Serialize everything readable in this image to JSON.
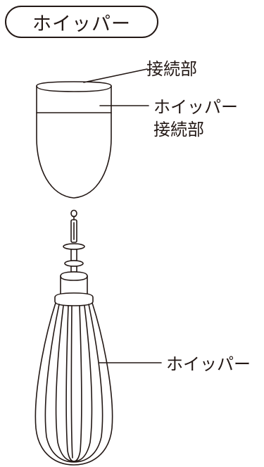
{
  "title": "ホイッパー",
  "labels": {
    "connector": "接続部",
    "whisk_connector_line1": "ホイッパー",
    "whisk_connector_line2": "接続部",
    "whisk": "ホイッパー"
  }
}
